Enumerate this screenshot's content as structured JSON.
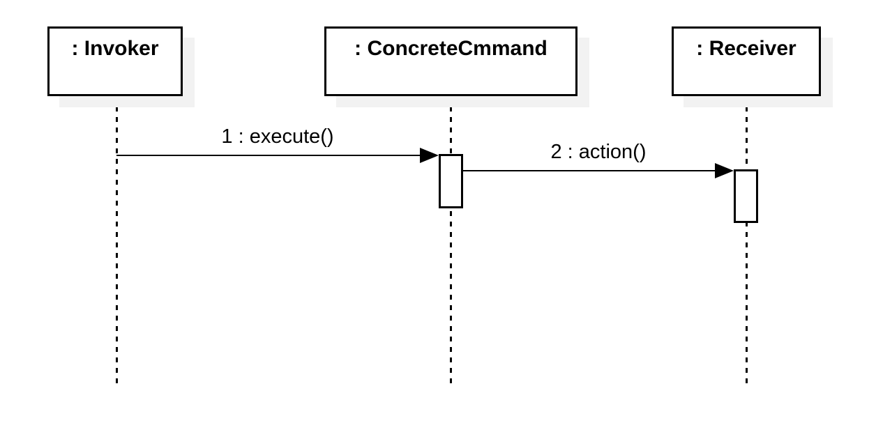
{
  "diagram": {
    "actors": [
      {
        "label": ": Invoker"
      },
      {
        "label": ": ConcreteCmmand"
      },
      {
        "label": ": Receiver"
      }
    ],
    "messages": [
      {
        "label": "1 : execute()",
        "from": ": Invoker",
        "to": ": ConcreteCmmand"
      },
      {
        "label": "2 : action()",
        "from": ": ConcreteCmmand",
        "to": ": Receiver"
      }
    ],
    "colors": {
      "line": "#000000",
      "shape_fill": "#ffffff",
      "shadow": "#f2f2f2",
      "canvas": "#ffffff"
    }
  }
}
